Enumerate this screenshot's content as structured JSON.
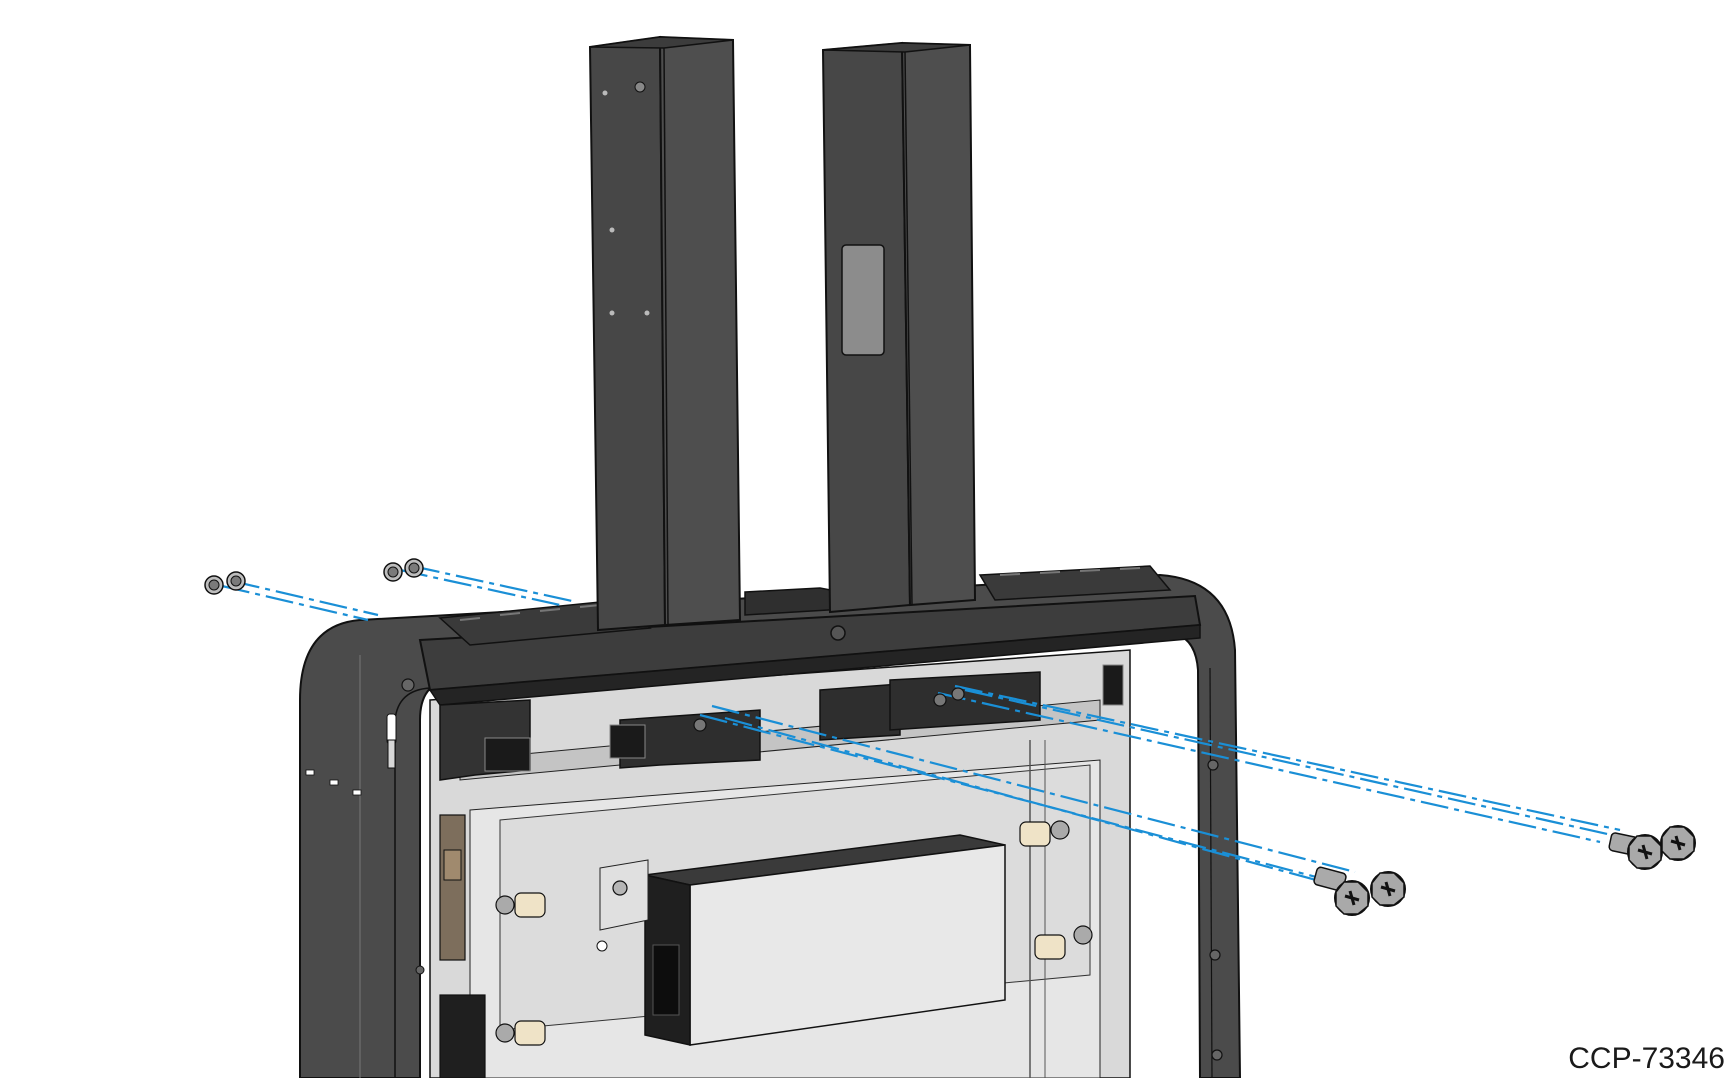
{
  "figure": {
    "id_label": "CCP-73346"
  },
  "colors": {
    "chassis": "#4a4a4a",
    "chassis_dark": "#2d2d2d",
    "outline": "#111111",
    "tray": "#d6d6d6",
    "tray_light": "#e9e9e9",
    "guide_line": "#1a8fd6",
    "screw": "#9a9a9a",
    "window": "#8c8c8c"
  },
  "parts": {
    "screws_small_count": 4,
    "screws_large_count": 4,
    "uprights_count": 2
  }
}
